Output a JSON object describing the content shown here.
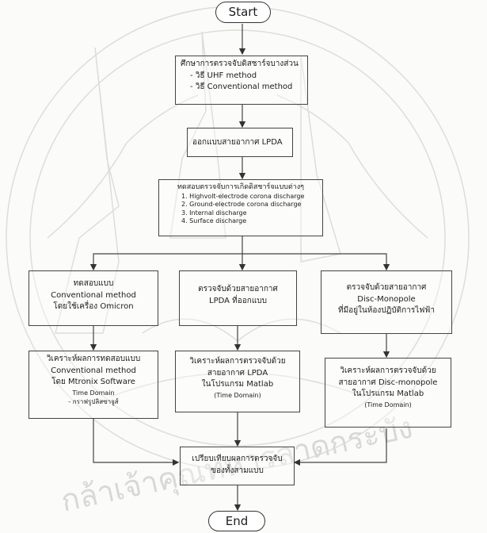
{
  "flowchart": {
    "start_label": "Start",
    "end_label": "End",
    "step1": {
      "title": "ศึกษาการตรวจจับดิสชาร์จบางส่วน",
      "items": [
        "- วิธี UHF method",
        "- วิธี Conventional method"
      ]
    },
    "step2": {
      "text": "ออกแบบสายอากาศ LPDA"
    },
    "step3": {
      "title": "ทดสอบตรวจจับการเกิดดิสชาร์จแบบต่างๆ",
      "items": [
        "1. Highvolt-electrode corona discharge",
        "2. Ground-electrode corona discharge",
        "3. Internal discharge",
        "4. Surface discharge"
      ]
    },
    "left_test": {
      "line1": "ทดสอบแบบ",
      "line2": "Conventional method",
      "line3": "โดยใช้เครื่อง Omicron"
    },
    "mid_test": {
      "line1": "ตรวจจับด้วยสายอากาศ",
      "line2": "LPDA ที่ออกแบบ"
    },
    "right_test": {
      "line1": "ตรวจจับด้วยสายอากาศ",
      "line2": "Disc-Monopole",
      "line3": "ที่มีอยู่ในห้องปฏิบัติการไฟฟ้า"
    },
    "left_analysis": {
      "line1": "วิเคราะห์ผลการทดสอบแบบ",
      "line2": "Conventional method",
      "line3": "โดย Mtronix Software",
      "line4": "Time Domain",
      "line5": "- กราฟรูปลิสซาจูส์"
    },
    "mid_analysis": {
      "line1": "วิเคราะห์ผลการตรวจจับด้วย",
      "line2": "สายอากาศ LPDA",
      "line3": "ในโปรแกรม Matlab",
      "line4": "(Time Domain)"
    },
    "right_analysis": {
      "line1": "วิเคราะห์ผลการตรวจจับด้วย",
      "line2": "สายอากาศ Disc-monopole",
      "line3": "ในโปรแกรม Matlab",
      "line4": "(Time Domain)"
    },
    "compare": {
      "line1": "เปรียบเทียบผลการตรวจจับ",
      "line2": "ของทั้งสามแบบ"
    }
  },
  "watermark": {
    "text": "กล้าเจ้าคุณทหารลาดกระบัง"
  }
}
